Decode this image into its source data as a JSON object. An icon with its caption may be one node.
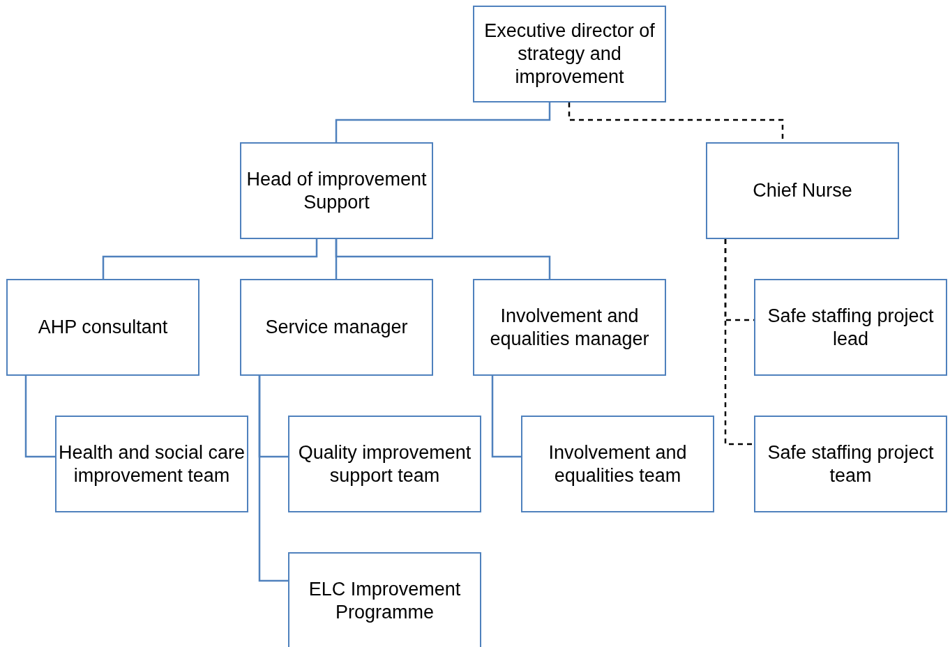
{
  "diagram": {
    "nodes": [
      {
        "text": [
          "Executive director of strategy and improvement"
        ]
      },
      {
        "text": [
          "Head of improvement Support"
        ]
      },
      {
        "text": [
          "Chief Nurse"
        ]
      },
      {
        "text": [
          "AHP consultant"
        ]
      },
      {
        "text": [
          "Service manager"
        ]
      },
      {
        "text": [
          "Involvement and equalities manager"
        ]
      },
      {
        "text": [
          "Safe staffing project lead"
        ]
      },
      {
        "text": [
          "Health and social care improvement team"
        ]
      },
      {
        "text": [
          "Quality improvement support team"
        ]
      },
      {
        "text": [
          "Involvement and equalities team"
        ]
      },
      {
        "text": [
          "Safe staffing project team"
        ]
      },
      {
        "text": [
          "ELC Improvement Programme"
        ]
      }
    ],
    "edges": [
      {
        "from": 0,
        "to": 1,
        "arrow": "none"
      },
      {
        "from": 0,
        "to": 2,
        "arrow": "none",
        "style": "dashed",
        "color": "#000000"
      },
      {
        "from": 1,
        "to": 3,
        "arrow": "none"
      },
      {
        "from": 1,
        "to": 4,
        "arrow": "none"
      },
      {
        "from": 1,
        "to": 5,
        "arrow": "none"
      },
      {
        "from": 3,
        "to": 7,
        "arrow": "none"
      },
      {
        "from": 4,
        "to": 8,
        "arrow": "none"
      },
      {
        "from": 4,
        "to": 11,
        "arrow": "none"
      },
      {
        "from": 5,
        "to": 9,
        "arrow": "none"
      },
      {
        "from": 2,
        "to": 6,
        "arrow": "none",
        "style": "dashed",
        "color": "#000000"
      },
      {
        "from": 2,
        "to": 10,
        "arrow": "none",
        "style": "dashed",
        "color": "#000000"
      }
    ]
  }
}
